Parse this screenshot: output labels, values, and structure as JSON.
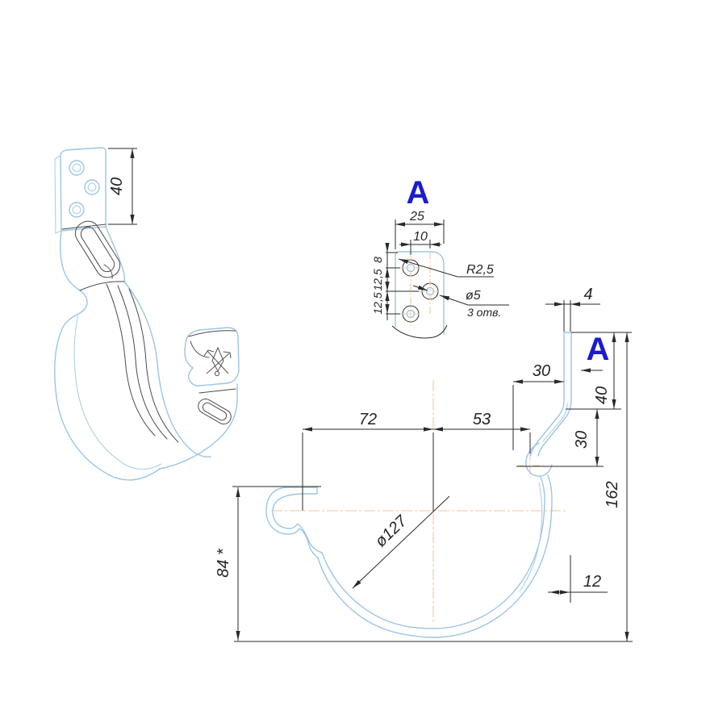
{
  "colors": {
    "part_edge": "#9cc5e6",
    "dimension_line": "#2a2a2a",
    "centerline": "#f0c89a",
    "view_label": "#1b1bd1",
    "background": "#ffffff"
  },
  "iso": {
    "plate_height": "40"
  },
  "detail": {
    "label": "A",
    "width": "25",
    "hole_spacing": "10",
    "edge_offset": "8",
    "pitch_top": "12,5",
    "pitch_bottom": "12,5",
    "radius": "R2,5",
    "hole_dia": "ø5",
    "hole_count": "3 отв."
  },
  "side": {
    "label": "A",
    "thickness": "4",
    "bend_offset": "30",
    "plate_height": "40",
    "bead_drop": "30",
    "overall_height": "162",
    "span_left": "72",
    "span_right": "53",
    "gutter_dia": "ø127",
    "edge_gap": "12",
    "depth": "84 *"
  }
}
